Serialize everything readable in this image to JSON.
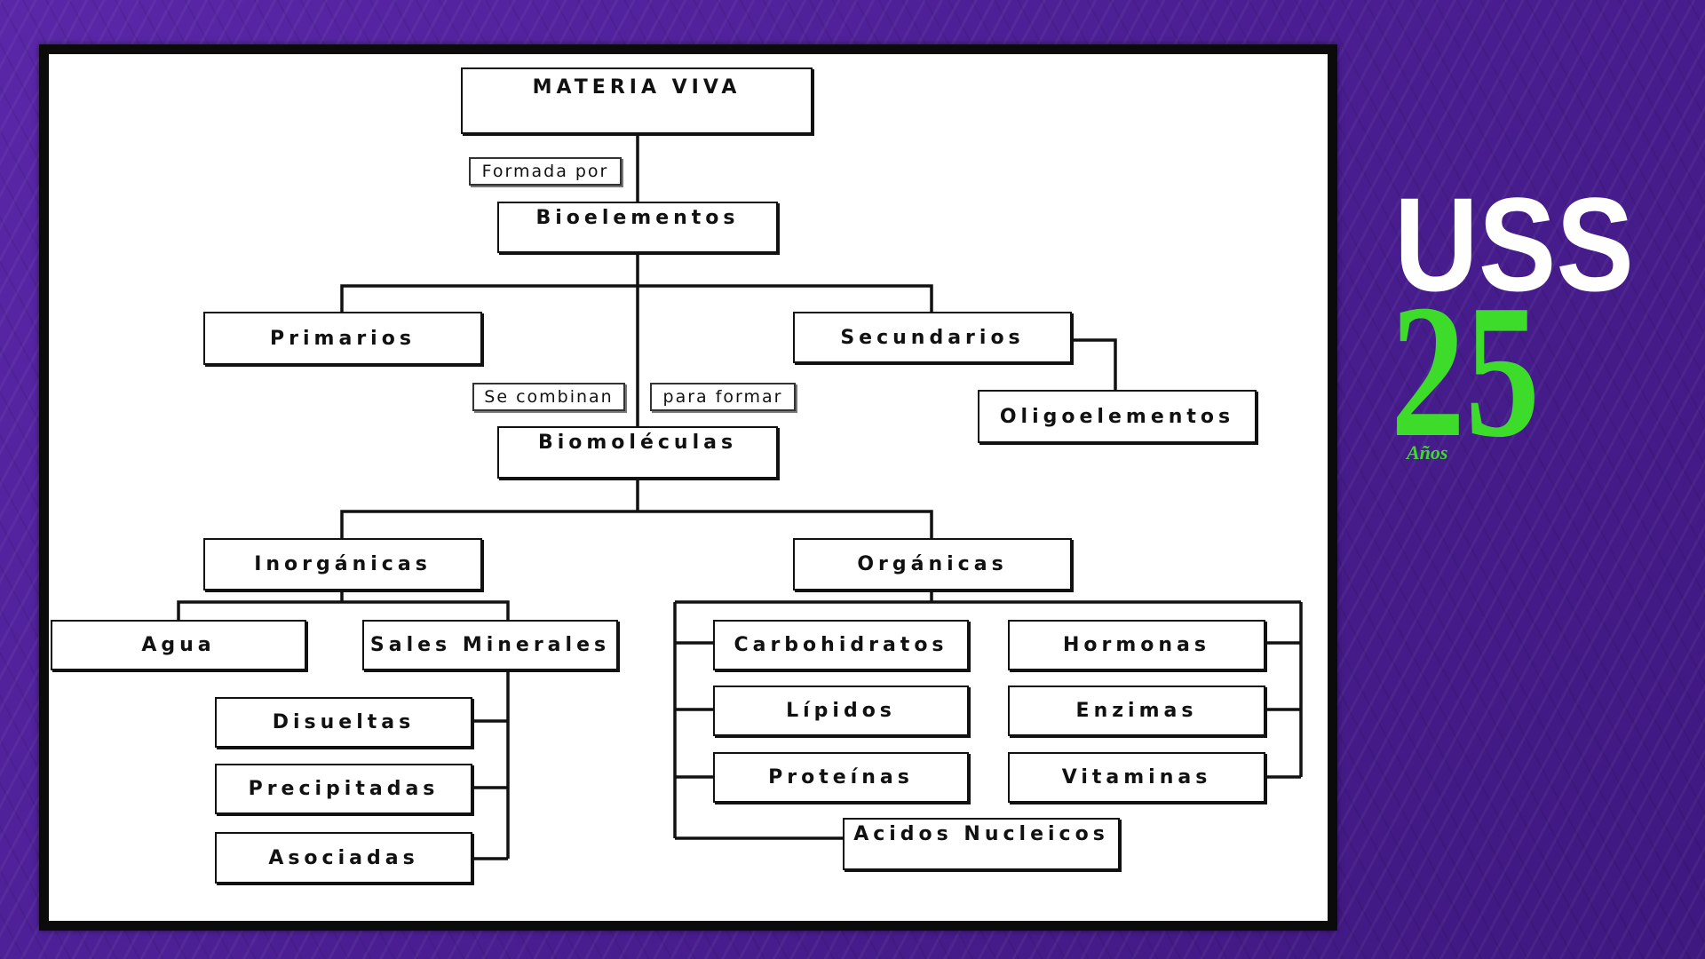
{
  "diagram": {
    "root": "MATERIA VIVA",
    "formada_por": "Formada por",
    "bioelementos": "Bioelementos",
    "primarios": "Primarios",
    "secundarios": "Secundarios",
    "oligoelementos": "Oligoelementos",
    "se_combinan": "Se combinan",
    "para_formar": "para formar",
    "biomoleculas": "Biomoléculas",
    "inorganicas": "Inorgánicas",
    "organicas": "Orgánicas",
    "agua": "Agua",
    "sales_minerales": "Sales Minerales",
    "disueltas": "Disueltas",
    "precipitadas": "Precipitadas",
    "asociadas": "Asociadas",
    "carbohidratos": "Carbohidratos",
    "lipidos": "Lípidos",
    "proteinas": "Proteínas",
    "acidos_nucleicos": "Acidos Nucleicos",
    "hormonas": "Hormonas",
    "enzimas": "Enzimas",
    "vitaminas": "Vitaminas"
  },
  "logo": {
    "brand": "USS",
    "anniversary_number": "25",
    "anniversary_word": "Años",
    "brand_color": "#ffffff",
    "accent_color": "#3ddc2a"
  },
  "colors": {
    "background": "#4a1f96",
    "frame": "#0b0b0b",
    "slide": "#ffffff",
    "ink": "#111111"
  }
}
